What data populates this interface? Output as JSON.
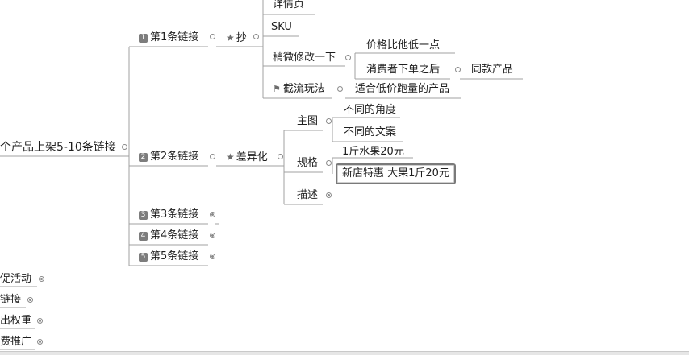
{
  "mindmap": {
    "root": {
      "label": "个产品上架5-10条链接"
    },
    "links": [
      {
        "num": "1",
        "label": "第1条链接"
      },
      {
        "num": "2",
        "label": "第2条链接"
      },
      {
        "num": "3",
        "label": "第3条链接"
      },
      {
        "num": "4",
        "label": "第4条链接"
      },
      {
        "num": "5",
        "label": "第5条链接"
      }
    ],
    "copy": {
      "label": "抄",
      "children": [
        {
          "label": "详情页"
        },
        {
          "label": "SKU"
        },
        {
          "label": "稍微修改一下"
        },
        {
          "label": "截流玩法"
        }
      ],
      "tweak": [
        {
          "label": "价格比他低一点"
        },
        {
          "label": "消费者下单之后"
        }
      ],
      "same_product": "同款产品",
      "intercept": "适合低价跑量的产品"
    },
    "diff": {
      "label": "差异化",
      "children": [
        {
          "label": "主图"
        },
        {
          "label": "规格"
        },
        {
          "label": "描述"
        }
      ],
      "main_image": [
        {
          "label": "不同的角度"
        },
        {
          "label": "不同的文案"
        }
      ],
      "spec": [
        {
          "label": "1斤水果20元"
        },
        {
          "label": "新店特惠 大果1斤20元"
        }
      ]
    },
    "left_branches": [
      {
        "label": "促活动"
      },
      {
        "label": "链接"
      },
      {
        "label": "出权重"
      },
      {
        "label": "费推广"
      }
    ]
  },
  "colors": {
    "line": "#a0a0a0",
    "text": "#1e1e1e",
    "badge": "#7d7d7d"
  }
}
